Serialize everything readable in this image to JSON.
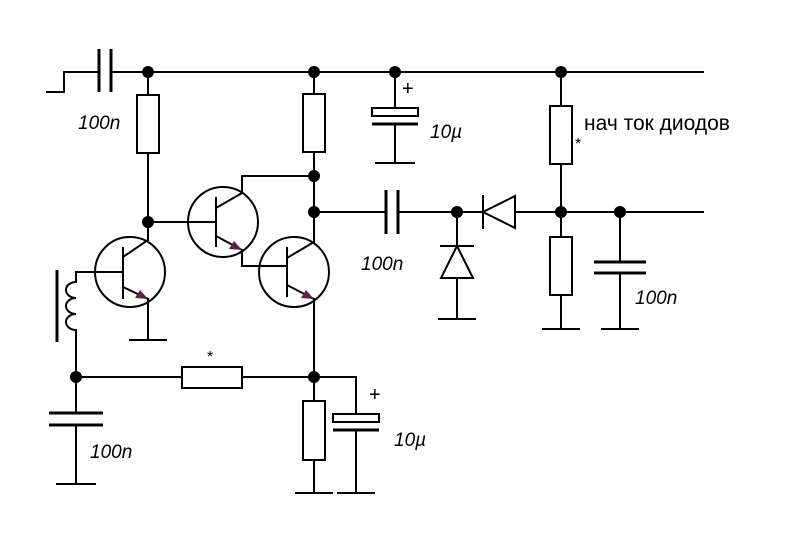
{
  "labels": {
    "c_input": "100n",
    "c_coupling": "100n",
    "c_tank": "100n",
    "c_out": "100n",
    "c_elec_top": "10µ",
    "c_elec_bottom": "10µ",
    "diode_bias_note": "нач ток диодов",
    "star_top": "*",
    "star_mid": "*",
    "plus_top": "+",
    "plus_bottom": "+"
  }
}
